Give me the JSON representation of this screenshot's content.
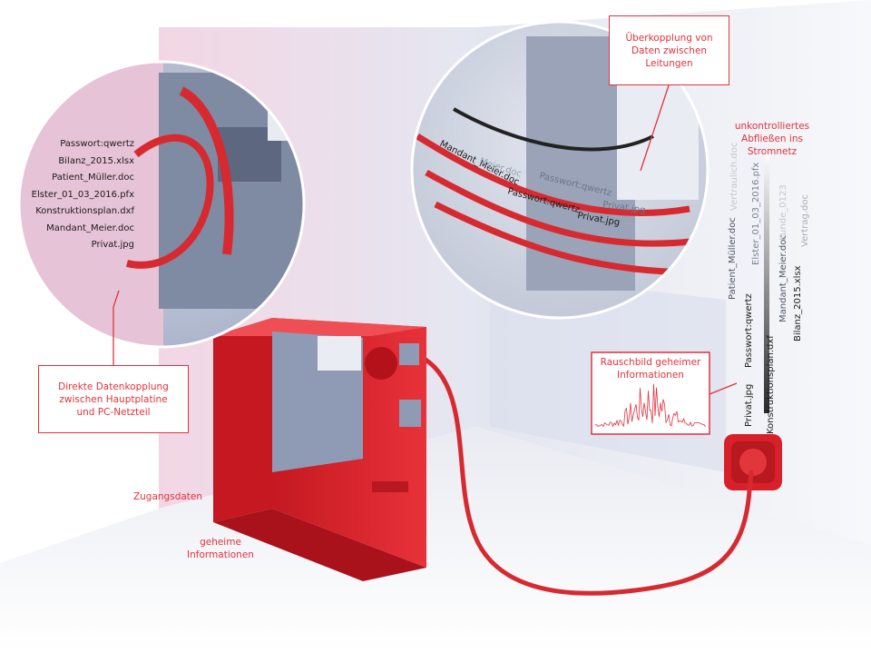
{
  "callouts": {
    "crosstalk": [
      "Überkopplung von",
      "Daten zwischen",
      "Leitungen"
    ],
    "direct": [
      "Direkte Datenkopplung",
      "zwischen Hauptplatine",
      "und PC-Netzteil"
    ],
    "noise": [
      "Rauschbild geheimer",
      "Informationen"
    ],
    "leak": [
      "unkontrolliertes",
      "Abfließen ins",
      "Stromnetz"
    ]
  },
  "labels": {
    "access": "Zugangsdaten",
    "secret": [
      "geheime",
      "Informationen"
    ]
  },
  "left_files": [
    "Passwort:qwertz",
    "Bilanz_2015.xlsx",
    "Patient_Müller.doc",
    "Elster_01_03_2016.pfx",
    "Konstruktionsplan.dxf",
    "Mandant_Meier.doc",
    "Privat.jpg"
  ],
  "cable_files": [
    "Mandant_Meier.doc",
    "Passwort:qwertz",
    "Privat.jpg"
  ],
  "cable_files_faded": [
    "Meier.doc",
    "Passwort:qwertz",
    "Privat.jpg"
  ],
  "vertical_files": {
    "col1": [
      "Privat.jpg",
      "Passwort:qwertz",
      "Patient_Müller.doc"
    ],
    "col2": [
      "Konstruktionsplan.dxf",
      "Elster_01_03_2016.pfx",
      "Vertraulich.doc"
    ],
    "col3": [
      "Bilanz_2015.xlsx",
      "Mandant_Meier.doc",
      "Kunde_0123"
    ],
    "col4": [
      "Vertrag.doc"
    ]
  },
  "colors": {
    "accent": "#e2323c",
    "case": "#d8202a",
    "cable": "#d62a30"
  }
}
